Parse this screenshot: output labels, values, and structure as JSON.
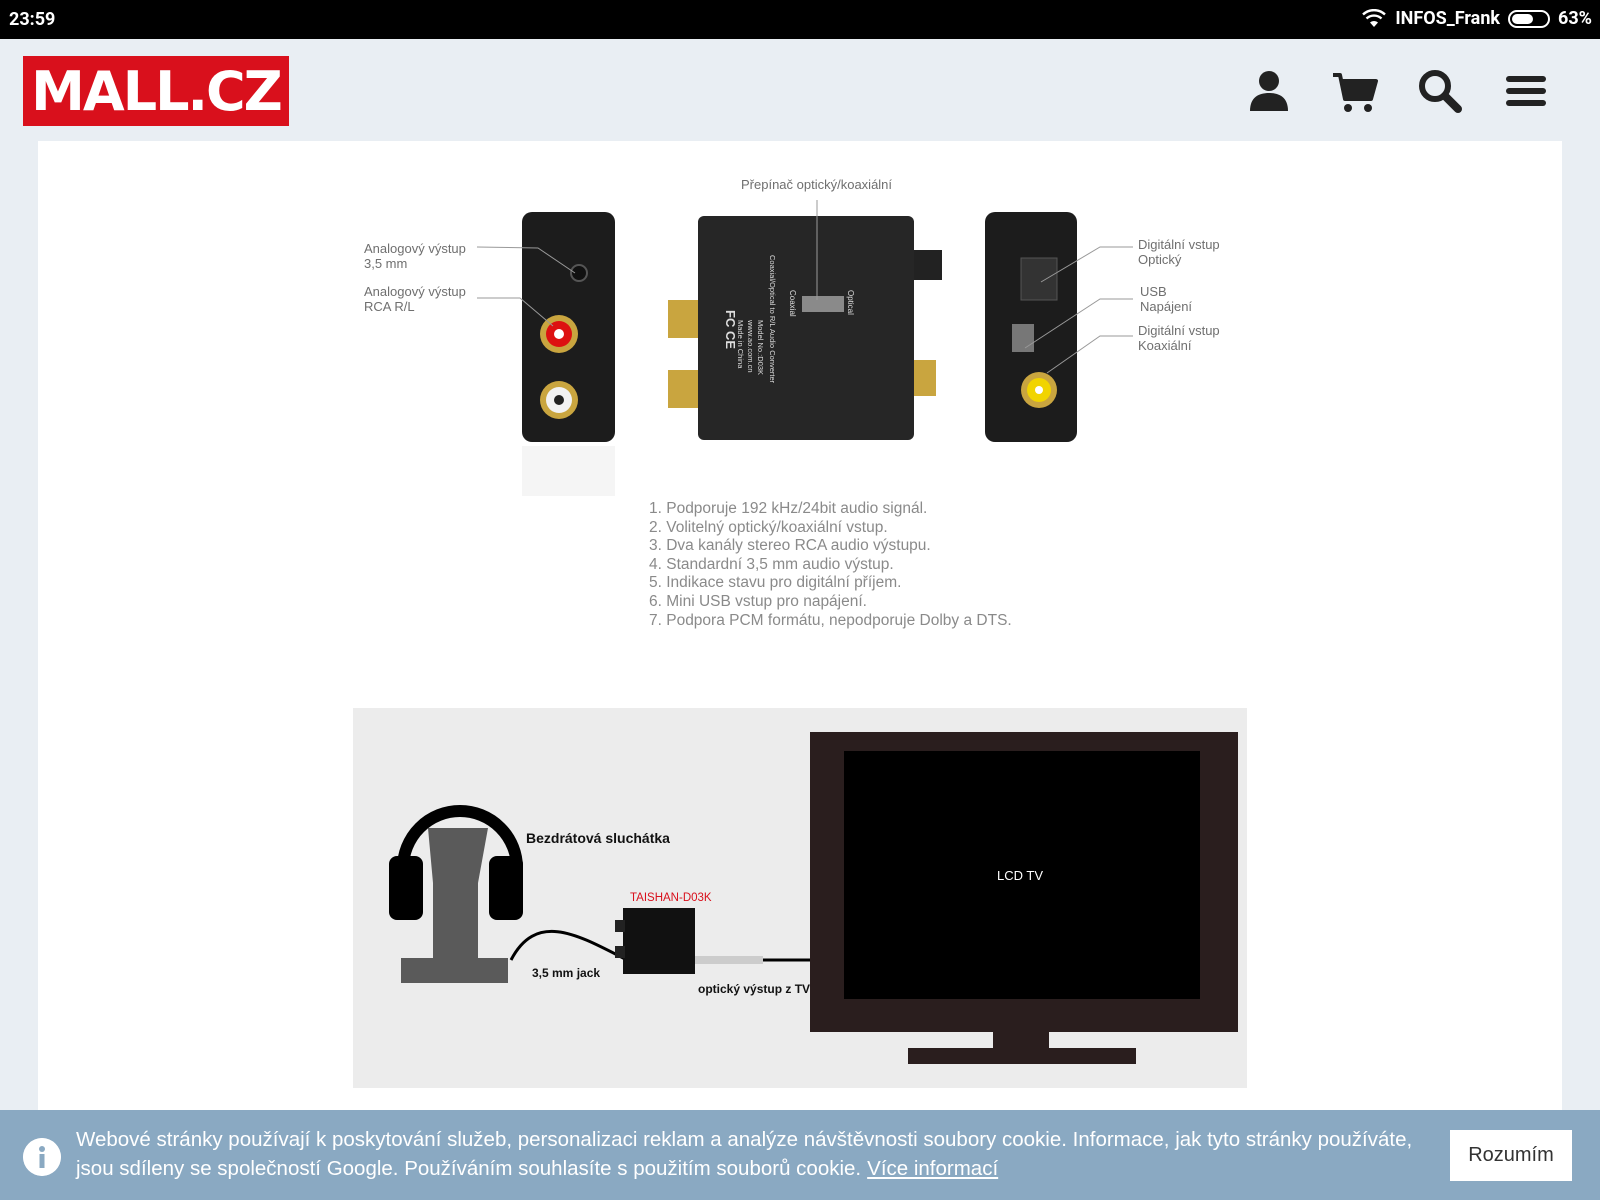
{
  "status_bar": {
    "time": "23:59",
    "network": "INFOS_Frank",
    "battery_percent": "63%",
    "battery_level": 0.63
  },
  "header": {
    "logo_text": "MALL.CZ",
    "icons": [
      "user-icon",
      "cart-icon",
      "search-icon",
      "menu-icon"
    ],
    "brand_color": "#d9101c"
  },
  "product_image": {
    "switch_label": "Přepínač optický/koaxiální",
    "left_labels": [
      {
        "line1": "Analogový výstup",
        "line2": "3,5 mm"
      },
      {
        "line1": "Analogový výstup",
        "line2": "RCA R/L"
      }
    ],
    "right_labels": [
      {
        "line1": "Digitální vstup",
        "line2": "Optický"
      },
      {
        "line1": "USB",
        "line2": "Napájení"
      },
      {
        "line1": "Digitální vstup",
        "line2": "Koaxiální"
      }
    ],
    "device_text": {
      "optical": "Optical",
      "coaxial": "Coaxial",
      "converter": "Coaxial/Optical to R/L Audio Converter",
      "model": "Model No.:D03K",
      "site": "www.ao.com.cn",
      "made_in": "Made in China"
    },
    "features": [
      "1. Podporuje 192 kHz/24bit audio signál.",
      "2. Volitelný optický/koaxiální vstup.",
      "3. Dva kanály stereo RCA audio výstupu.",
      "4. Standardní 3,5 mm audio výstup.",
      "5. Indikace stavu pro digitální příjem.",
      "6. Mini USB vstup pro napájení.",
      "7. Podpora PCM formátu, nepodporuje Dolby a DTS."
    ]
  },
  "diagram": {
    "headphones_label": "Bezdrátová sluchátka",
    "device_label": "TAISHAN-D03K",
    "jack_label": "3,5 mm jack",
    "optical_label": "optický výstup z TV",
    "tv_label": "LCD TV"
  },
  "cookie_bar": {
    "text": "Webové stránky používají k poskytování služeb, personalizaci reklam a analýze návštěvnosti soubory cookie. Informace, jak tyto stránky používáte, jsou sdíleny se společností Google. Používáním souhlasíte s použitím souborů cookie.",
    "more_link": "Více informací",
    "accept_button": "Rozumím"
  }
}
